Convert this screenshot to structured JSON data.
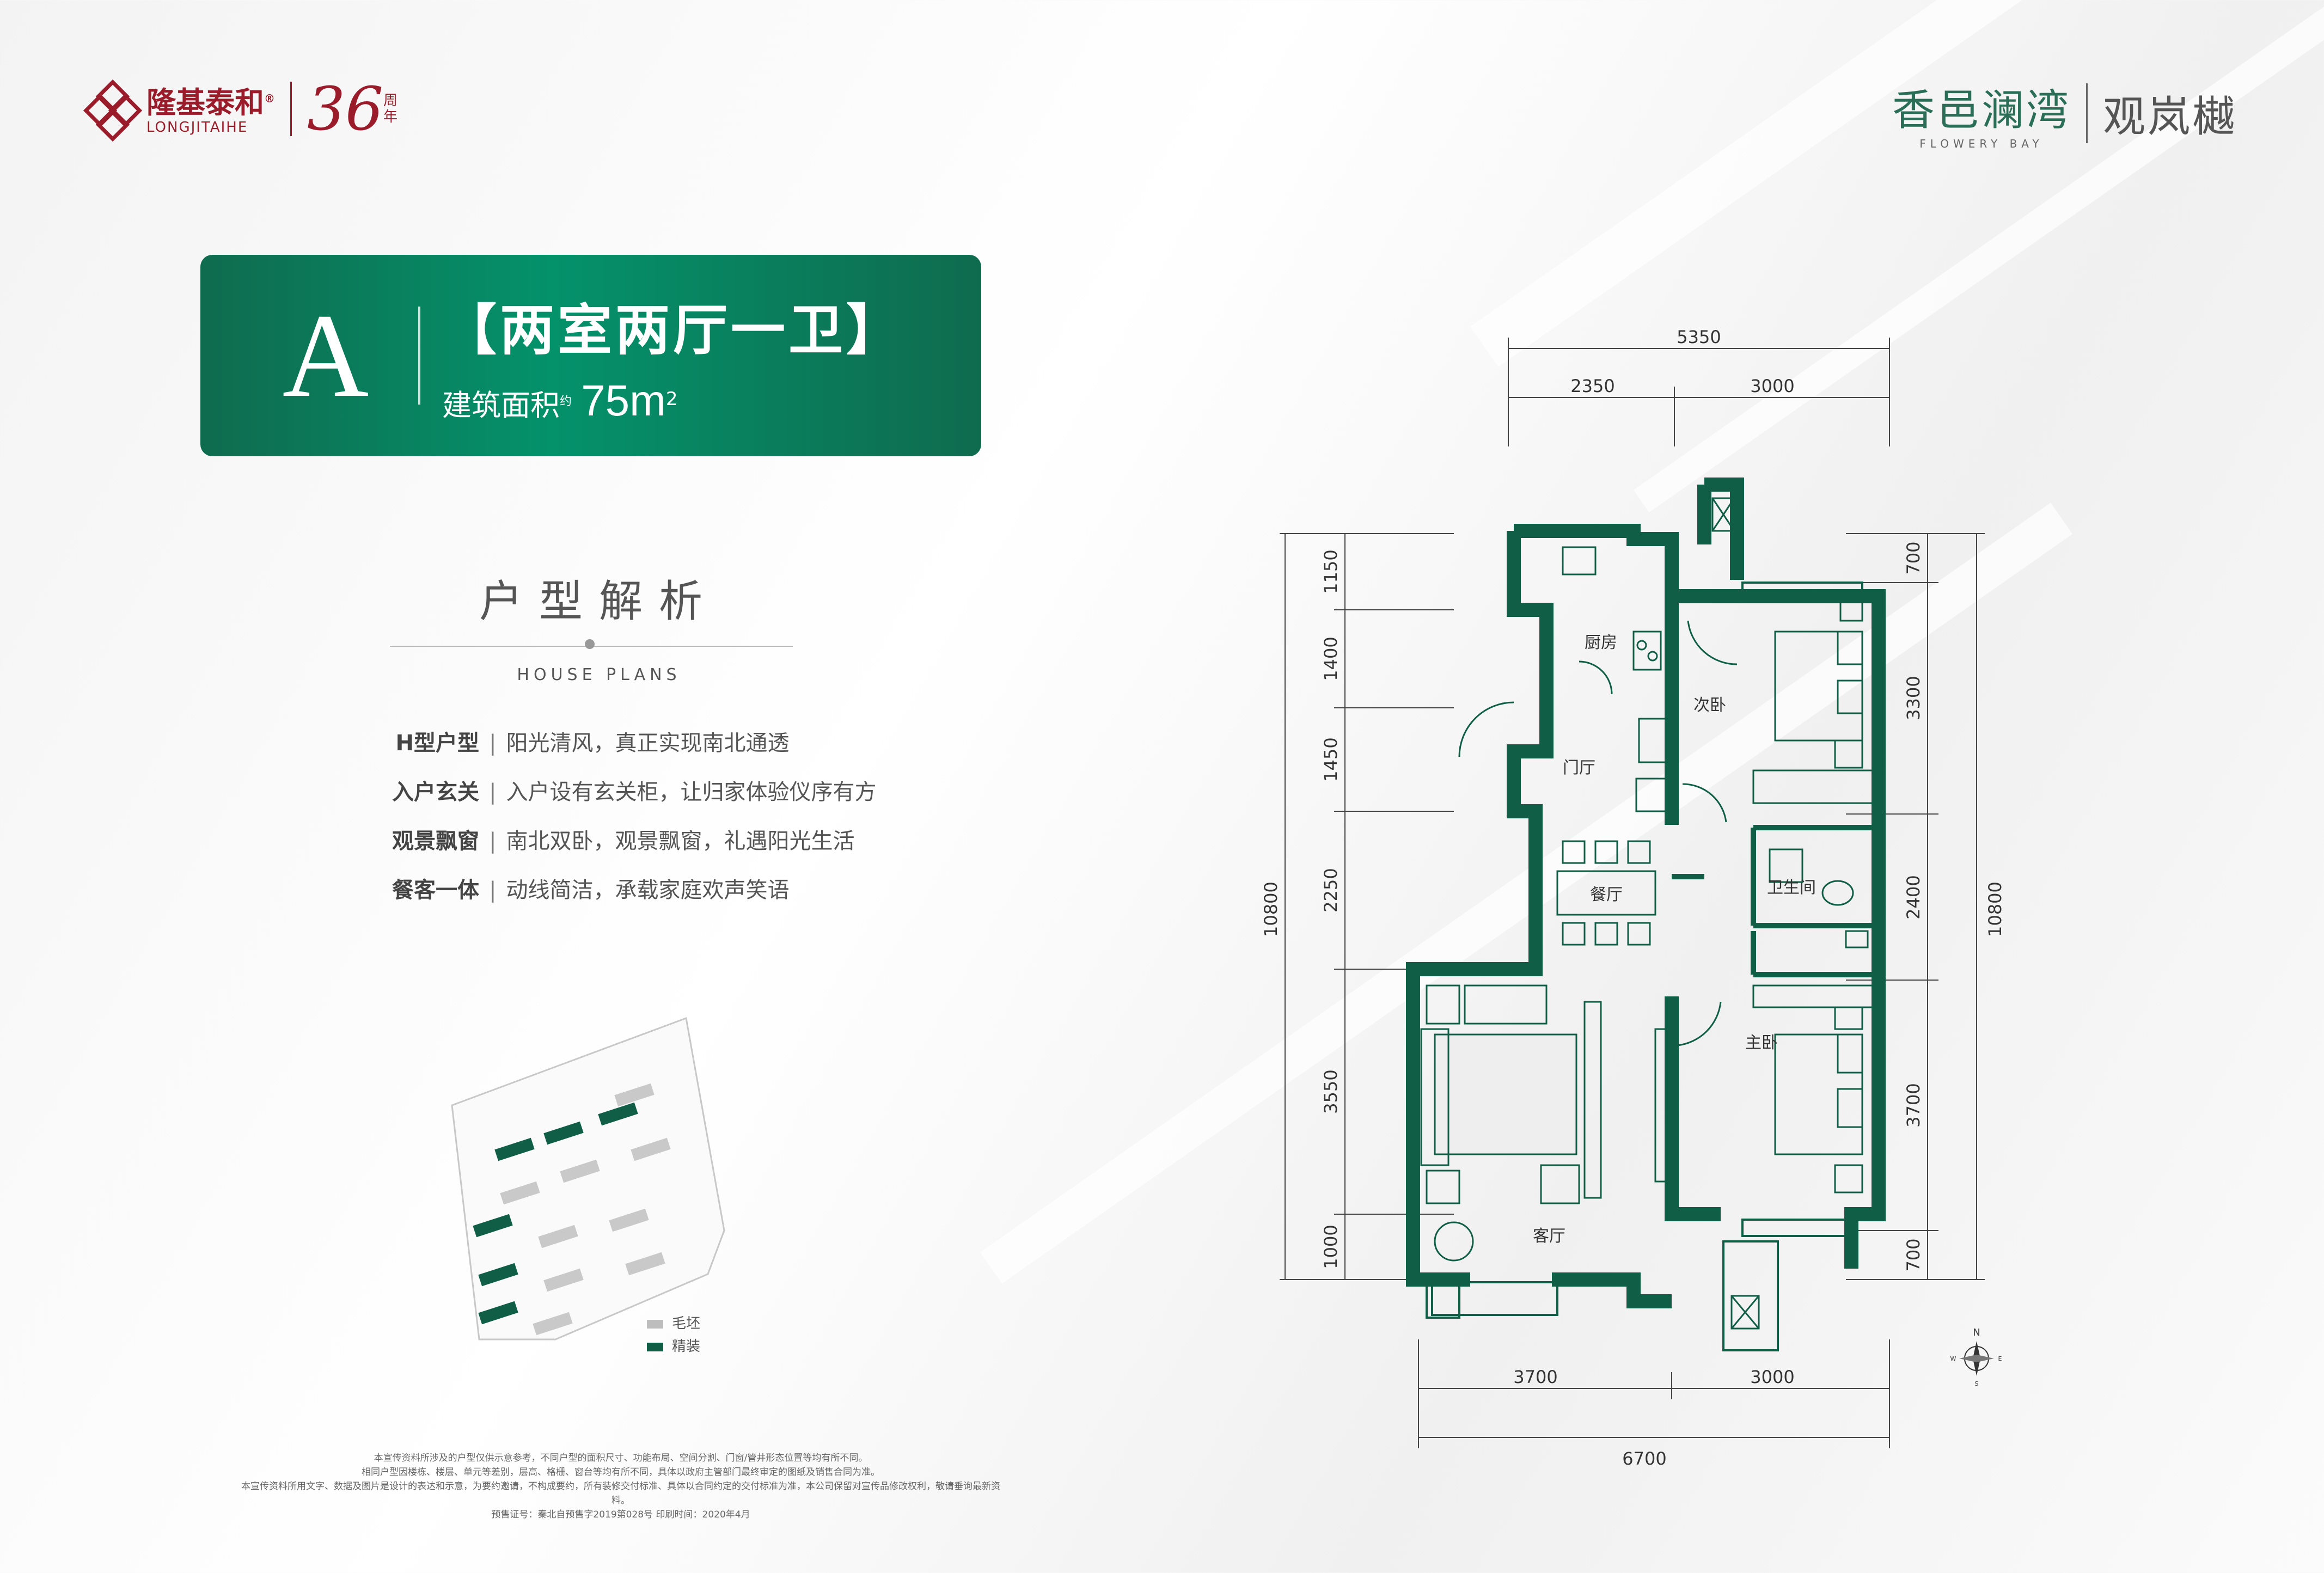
{
  "brand": {
    "name_cn": "隆基泰和",
    "name_en": "LONGJITAIHE",
    "registered": "®",
    "anniversary_num": "36",
    "anniversary_label": "周年"
  },
  "project": {
    "name_cn": "香邑澜湾",
    "name_en": "FLOWERY BAY",
    "sub_name": "观岚樾"
  },
  "unit": {
    "letter": "A",
    "layout": "【两室两厅一卫】",
    "area_label": "建筑面积",
    "area_note": "约",
    "area_value": "75m",
    "area_sup": "2"
  },
  "section": {
    "title": "户型解析",
    "title_en": "HOUSE PLANS"
  },
  "features": [
    {
      "key": "H型户型",
      "text": "阳光清风，真正实现南北通透"
    },
    {
      "key": "入户玄关",
      "text": "入户设有玄关柜，让归家体验仪序有方"
    },
    {
      "key": "观景飘窗",
      "text": "南北双卧，观景飘窗，礼遇阳光生活"
    },
    {
      "key": "餐客一体",
      "text": "动线简洁，承载家庭欢声笑语"
    }
  ],
  "legend": {
    "raw": "毛坯",
    "finished": "精装",
    "raw_color": "#bdbdbd",
    "finished_color": "#0f5e45"
  },
  "disclaimer": [
    "本宣传资料所涉及的户型仅供示意参考，不同户型的面积尺寸、功能布局、空间分割、门窗/管井形态位置等均有所不同。",
    "相同户型因楼栋、楼层、单元等差别，层高、格栅、窗台等均有所不同，具体以政府主管部门最终审定的图纸及销售合同为准。",
    "本宣传资料所用文字、数据及图片是设计的表达和示意，为要约邀请，不构成要约，所有装修交付标准、具体以合同约定的交付标准为准，本公司保留对宣传品修改权利，敬请垂询最新资料。",
    "预售证号：秦北自预售字2019第028号    印刷时间：2020年4月"
  ],
  "plan": {
    "rooms": {
      "kitchen": "厨房",
      "second_bedroom": "次卧",
      "foyer": "门厅",
      "dining": "餐厅",
      "bathroom": "卫生间",
      "master_bedroom": "主卧",
      "living": "客厅"
    },
    "dims_top": {
      "total": "5350",
      "left": "2350",
      "right": "3000"
    },
    "dims_bottom": {
      "left": "3700",
      "right": "3000",
      "total": "6700"
    },
    "dims_left": {
      "total": "10800",
      "segments": [
        "1150",
        "1400",
        "1450",
        "2250",
        "3550",
        "1000"
      ]
    },
    "dims_right": {
      "total": "10800",
      "segments": [
        "700",
        "3300",
        "2400",
        "3700",
        "700"
      ]
    }
  },
  "compass": {
    "n": "N",
    "s": "S",
    "e": "E",
    "w": "W"
  },
  "colors": {
    "accent": "#0f6b4e",
    "brand": "#9a1b2a",
    "wall": "#0f5e45"
  }
}
